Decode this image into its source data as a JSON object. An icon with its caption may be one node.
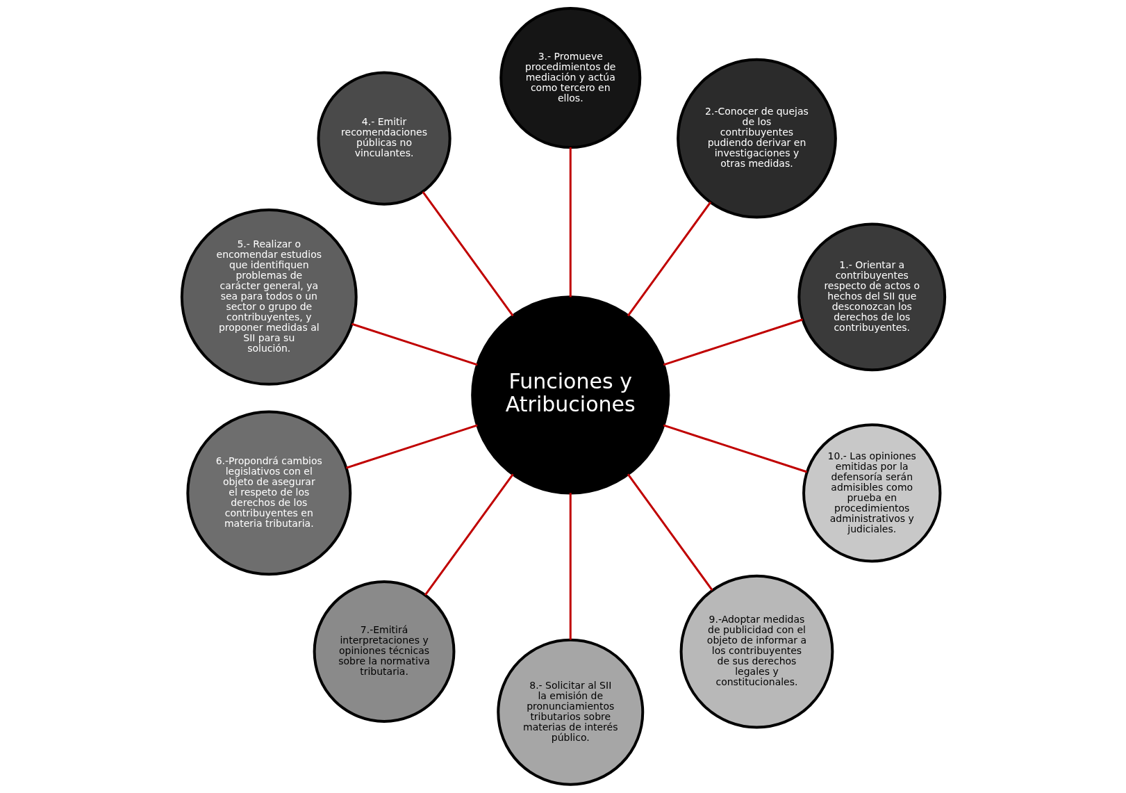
{
  "diagram": {
    "nodes": [
      {
        "text": [
          "Funciones y Atribuciones"
        ]
      },
      {
        "text": [
          "1.- Orientar a contribuyentes respecto de actos o hechos del SII que desconozcan los derechos de los contribuyentes."
        ]
      },
      {
        "text": [
          "2.-Conocer de quejas de los contribuyentes pudiendo derivar en investigaciones y otras medidas."
        ]
      },
      {
        "text": [
          "3.- Promueve procedimientos de mediación y actúa como tercero en ellos."
        ]
      },
      {
        "text": [
          "4.- Emitir recomendaciones públicas no vinculantes."
        ]
      },
      {
        "text": [
          "5.- Realizar o encomendar estudios que identifiquen problemas de carácter general, ya sea para todos o un sector o grupo de contribuyentes, y proponer medidas al SII para su solución."
        ]
      },
      {
        "text": [
          "6.-Propondrá cambios legislativos con el objeto de asegurar el respeto de los derechos de los contribuyentes en materia tributaria."
        ]
      },
      {
        "text": [
          "7.-Emitirá interpretaciones y opiniones técnicas sobre la normativa tributaria."
        ]
      },
      {
        "text": [
          "8.- Solicitar al SII la emisión de pronunciamientos tributarios sobre materias de interés público."
        ]
      },
      {
        "text": [
          "9.-Adoptar medidas de publicidad con el objeto de informar a los contribuyentes de sus derechos legales y constitucionales."
        ]
      },
      {
        "text": [
          "10.- Las opiniones emitidas por la defensoría serán admisibles como prueba en procedimientos administrativos y judiciales."
        ]
      }
    ],
    "edges": [
      {
        "from": 0,
        "to": 1,
        "arrow": "none"
      },
      {
        "from": 0,
        "to": 2,
        "arrow": "none"
      },
      {
        "from": 0,
        "to": 3,
        "arrow": "none"
      },
      {
        "from": 0,
        "to": 4,
        "arrow": "none"
      },
      {
        "from": 0,
        "to": 5,
        "arrow": "none"
      },
      {
        "from": 0,
        "to": 6,
        "arrow": "none"
      },
      {
        "from": 0,
        "to": 7,
        "arrow": "none"
      },
      {
        "from": 0,
        "to": 8,
        "arrow": "none"
      },
      {
        "from": 0,
        "to": 9,
        "arrow": "none"
      },
      {
        "from": 0,
        "to": 10,
        "arrow": "none"
      }
    ]
  }
}
